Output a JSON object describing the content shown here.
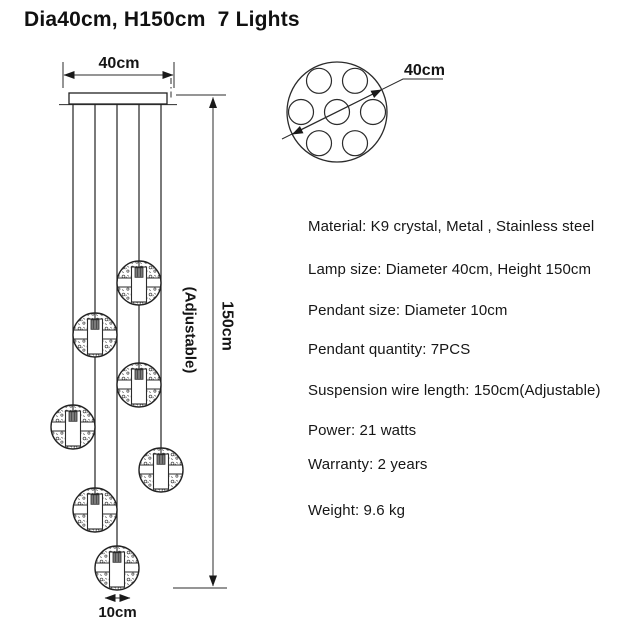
{
  "title": "Dia40cm, H150cm  7 Lights",
  "front_view": {
    "width_label": "40cm",
    "height_label": "150cm",
    "height_note": "(Adjustable)",
    "pendant_diameter_label": "10cm",
    "pendant_count": 7
  },
  "top_view": {
    "diameter_label": "40cm",
    "lamp_positions": 7
  },
  "specs": [
    "Material: K9 crystal, Metal , Stainless steel",
    "Lamp size: Diameter 40cm, Height 150cm",
    "Pendant size: Diameter 10cm",
    "Pendant quantity: 7PCS",
    "Suspension wire length: 150cm(Adjustable)",
    "Power: 21 watts",
    "Warranty: 2 years",
    "Weight: 9.6 kg"
  ],
  "colors": {
    "ink": "#1a1a1a",
    "line": "#2b2b2b",
    "background": "#ffffff"
  }
}
